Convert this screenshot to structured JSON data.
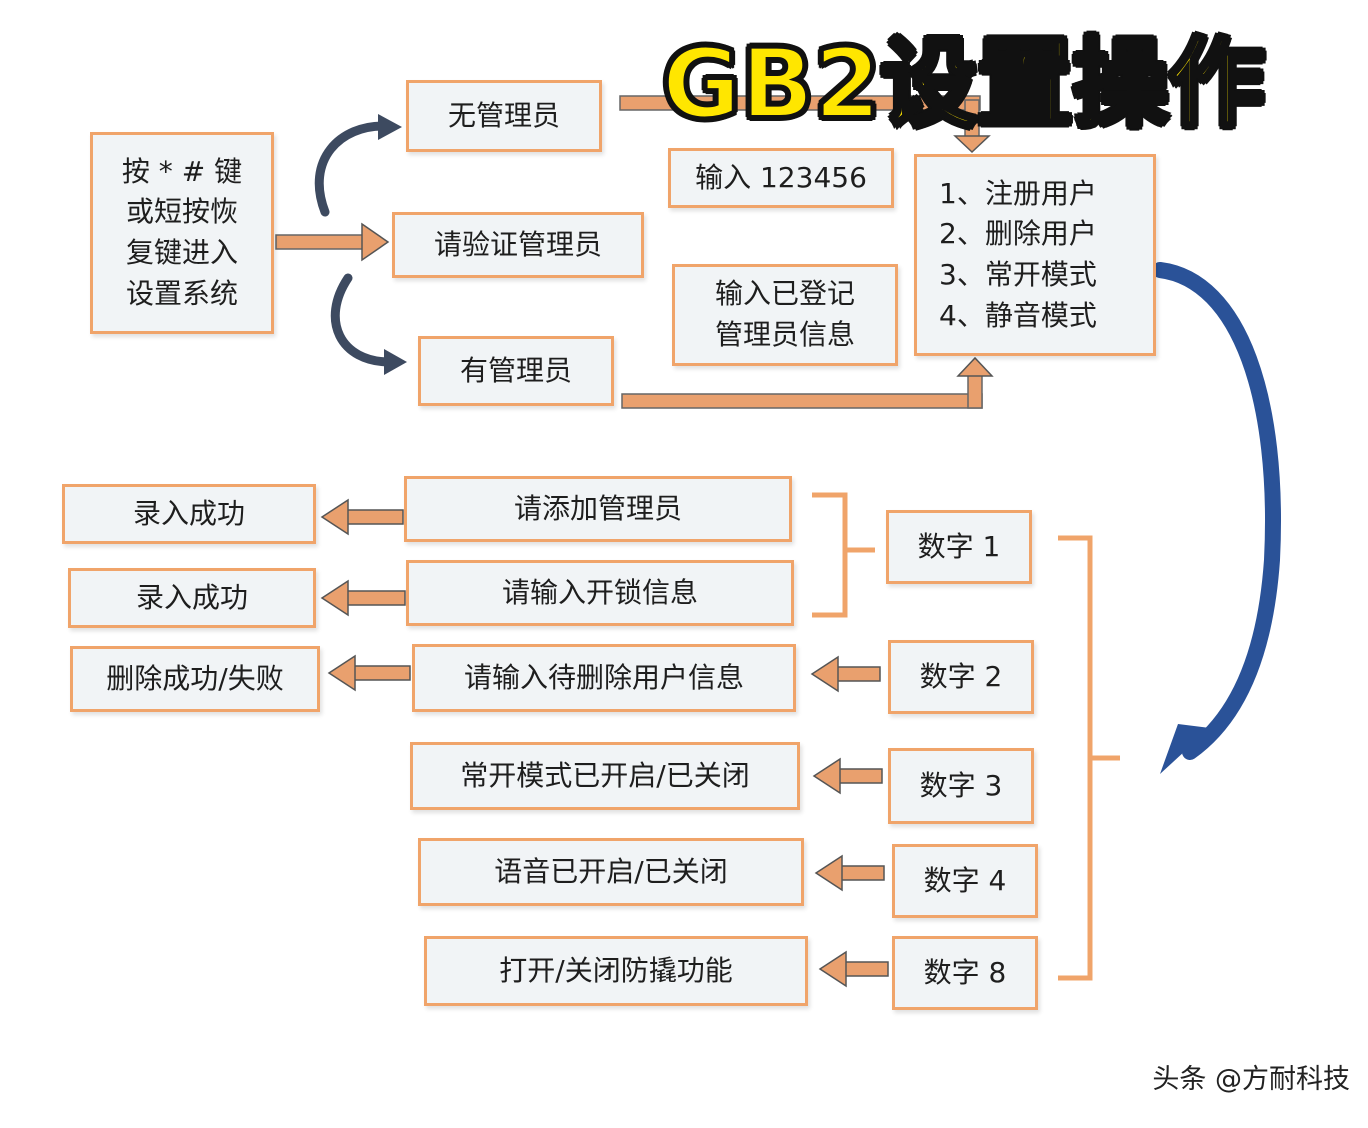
{
  "title": "GB2设置操作",
  "watermark": "头条 @方耐科技",
  "colors": {
    "box_border": "#f0a46a",
    "box_fill": "#f1f4f6",
    "arrow_orange": "#e9a06e",
    "arrow_blue": "#2a5298",
    "title_fill": "#ffe600"
  },
  "entry": {
    "line1": "按 * # 键",
    "line2": "或短按恢",
    "line3": "复键进入",
    "line4": "设置系统"
  },
  "verify_admin": "请验证管理员",
  "no_admin": "无管理员",
  "has_admin": "有管理员",
  "input_code": "输入 123456",
  "input_registered": {
    "line1": "输入已登记",
    "line2": "管理员信息"
  },
  "menu": {
    "item1": "1、注册用户",
    "item2": "2、删除用户",
    "item3": "3、常开模式",
    "item4": "4、静音模式"
  },
  "keys": {
    "k1": "数字 1",
    "k2": "数字 2",
    "k3": "数字 3",
    "k4": "数字 4",
    "k8": "数字 8"
  },
  "actions": {
    "add_admin": "请添加管理员",
    "input_unlock": "请输入开锁信息",
    "input_delete": "请输入待删除用户信息",
    "normal_open": "常开模式已开启/已关闭",
    "voice": "语音已开启/已关闭",
    "anti_pry": "打开/关闭防撬功能"
  },
  "results": {
    "r1": "录入成功",
    "r2": "录入成功",
    "r3": "删除成功/失败"
  }
}
